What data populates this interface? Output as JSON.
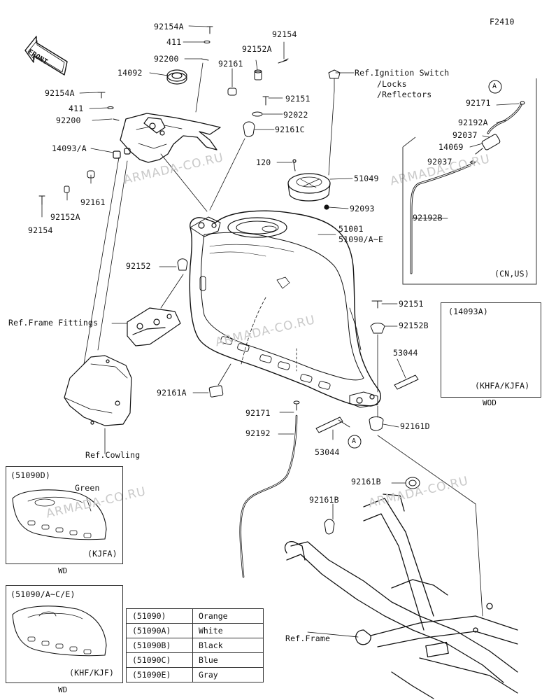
{
  "figure_code": "F2410",
  "watermark": "ARMADA-CO.RU",
  "front_text": "FRONT",
  "labels": {
    "p92154A": "92154A",
    "p411_top": "411",
    "p92200_top": "92200",
    "p14092": "14092",
    "p92154A_2": "92154A",
    "p411_2": "411",
    "p92200_2": "92200",
    "p14093A": "14093/A",
    "p92161_left": "92161",
    "p92152A_left": "92152A",
    "p92154_left": "92154",
    "p92154_top": "92154",
    "p92152A_top": "92152A",
    "p92161_top": "92161",
    "p92151_top": "92151",
    "p92022": "92022",
    "p92161C": "92161C",
    "p120": "120",
    "p51049": "51049",
    "p92093": "92093",
    "p51001": "51001",
    "p51090": "51090/A~E",
    "ref_ignition": "Ref.Ignition Switch",
    "ref_locks": "/Locks",
    "ref_reflectors": "/Reflectors",
    "p92152_mid": "92152",
    "ref_frame_fittings": "Ref.Frame Fittings",
    "p92161A": "92161A",
    "ref_cowling": "Ref.Cowling",
    "p92171_mid": "92171",
    "p92192_mid": "92192",
    "p53044_low": "53044",
    "p92151_right": "92151",
    "p92152B": "92152B",
    "p53044_right": "53044",
    "p92161D": "92161D",
    "p92161B_right": "92161B",
    "p92161B_left": "92161B",
    "ref_frame": "Ref.Frame",
    "p92171_r": "92171",
    "p92192A": "92192A",
    "p92037_a": "92037",
    "p14069": "14069",
    "p92037_b": "92037",
    "p92192B": "92192B",
    "ref_a_circle": "A",
    "ref_a_circle_low": "A"
  },
  "evap_box": {
    "market": "(CN,US)"
  },
  "box_14093A": {
    "title": "(14093A)",
    "models": "(KHFA/KJFA)",
    "caption": "WOD"
  },
  "box_51090D": {
    "title": "(51090D)",
    "color_label": "Green",
    "models": "(KJFA)",
    "caption": "WD"
  },
  "box_51090ACE": {
    "title": "(51090/A~C/E)",
    "models": "(KHF/KJF)",
    "caption": "WD"
  },
  "color_table": [
    {
      "code": "(51090)",
      "color": "Orange"
    },
    {
      "code": "(51090A)",
      "color": "White"
    },
    {
      "code": "(51090B)",
      "color": "Black"
    },
    {
      "code": "(51090C)",
      "color": "Blue"
    },
    {
      "code": "(51090E)",
      "color": "Gray"
    }
  ]
}
